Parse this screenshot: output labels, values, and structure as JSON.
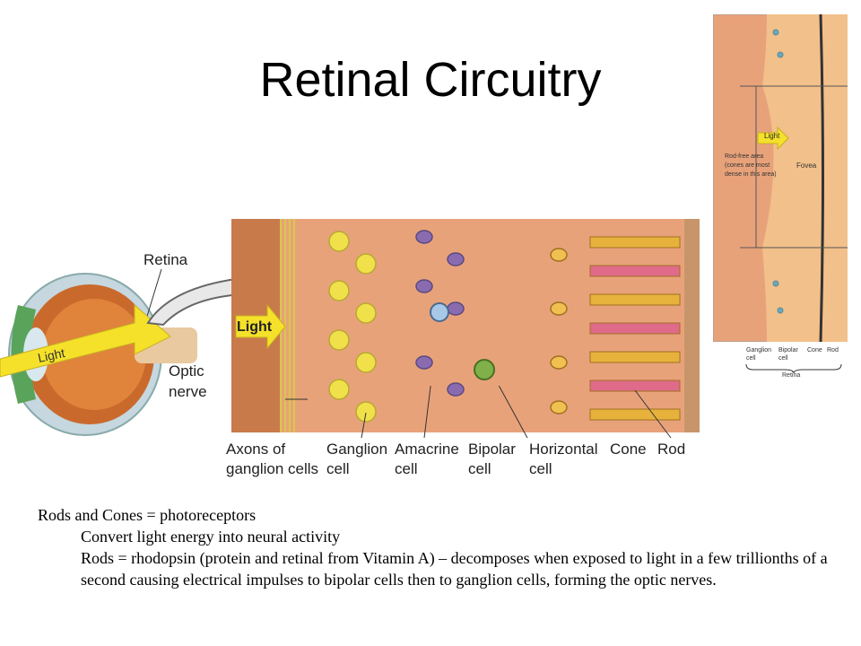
{
  "slide": {
    "title": "Retinal Circuitry"
  },
  "eye": {
    "retina_label": "Retina",
    "optic_label_1": "Optic",
    "optic_label_2": "nerve",
    "light_label": "Light"
  },
  "circuit": {
    "light_label": "Light",
    "labels": [
      {
        "line1": "Axons of",
        "line2": "ganglion cells"
      },
      {
        "line1": "Ganglion",
        "line2": "cell"
      },
      {
        "line1": "Amacrine",
        "line2": "cell"
      },
      {
        "line1": "Bipolar",
        "line2": "cell"
      },
      {
        "line1": "Horizontal",
        "line2": "cell"
      },
      {
        "line1": "Cone",
        "line2": ""
      },
      {
        "line1": "Rod",
        "line2": ""
      }
    ]
  },
  "fovea": {
    "light_label": "Light",
    "rodfree_1": "Rod-free area",
    "rodfree_2": "(cones are most",
    "rodfree_3": "dense in this area)",
    "fovea_label": "Fovea",
    "bottom_labels": [
      "Ganglion",
      "Bipolar",
      "Cone",
      "Rod"
    ],
    "bottom_labels_2": [
      "cell",
      "cell"
    ],
    "retina_label": "Retina"
  },
  "text": {
    "line1": "Rods and Cones = photoreceptors",
    "line2": "Convert light energy into neural activity",
    "line3": "Rods = rhodopsin (protein and retinal from Vitamin A) – decomposes when exposed to light in a few trillionths of a second causing electrical impulses to bipolar cells then to ganglion cells, forming the optic nerves."
  },
  "colors": {
    "tissue": "#e8a27a",
    "ganglion": "#f0e04a",
    "amacrine": "#8a6bb0",
    "bipolar": "#7fb04a",
    "cone": "#e6b23c",
    "rod": "#e06a8a",
    "light_arrow": "#f5e12a"
  }
}
